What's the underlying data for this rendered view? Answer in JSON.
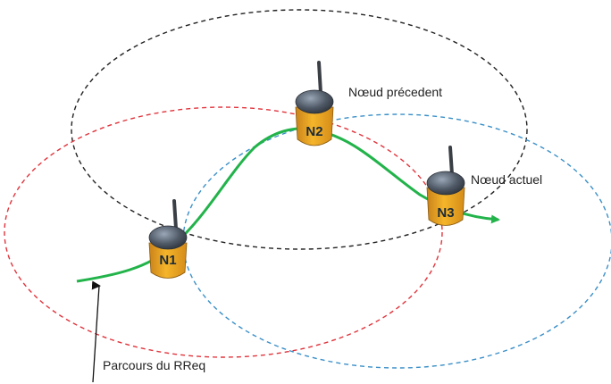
{
  "nodes": [
    {
      "id": "n1",
      "label": "N1"
    },
    {
      "id": "n2",
      "label": "N2"
    },
    {
      "id": "n3",
      "label": "N3"
    }
  ],
  "annotations": {
    "previous_node": "Nœud précedent",
    "current_node": "Nœud actuel",
    "rreq_path": "Parcours du RReq"
  },
  "colors": {
    "range_n1": "#e0343c",
    "range_n2": "#222222",
    "range_n3": "#3a8fc8",
    "path": "#22b34a",
    "device_body": "#f0a81e",
    "device_top": "#5a6472",
    "antenna": "#3a3f46"
  }
}
